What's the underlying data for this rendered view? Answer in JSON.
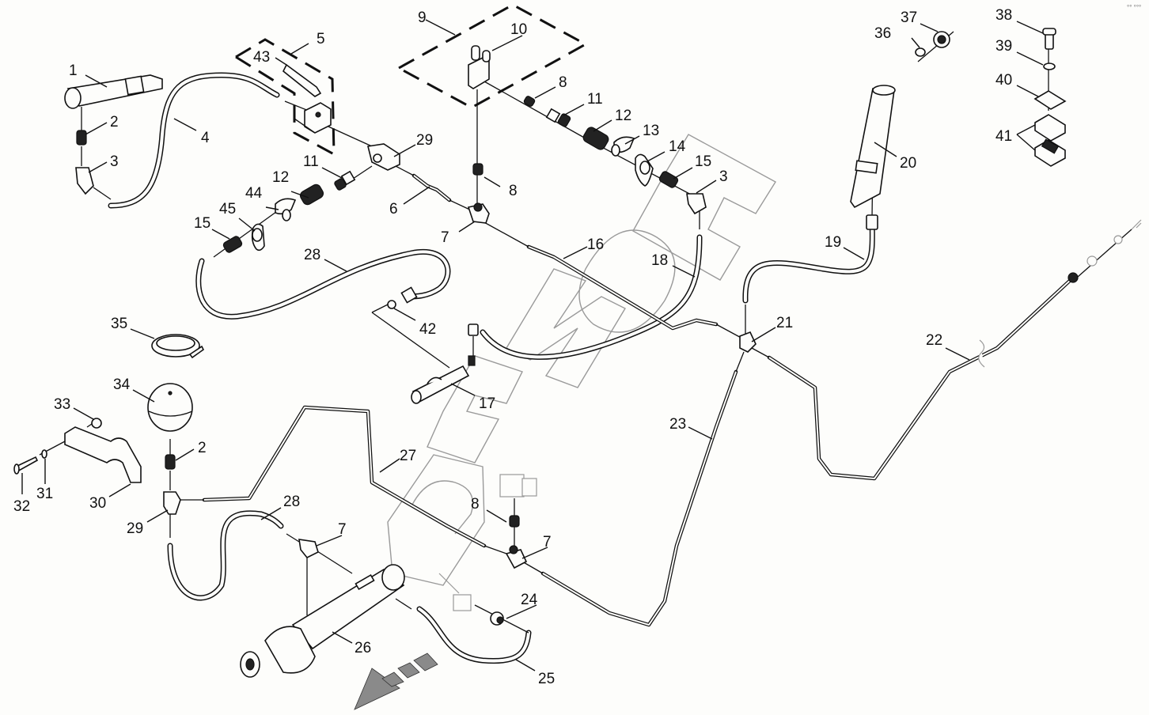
{
  "diagram": {
    "title": "Hydraulic brake / suspension lines exploded view",
    "watermark": "БИЗОН",
    "corner_mark": "°° °°°",
    "flow_arrow": "front-direction-arrow"
  },
  "callouts": [
    {
      "id": "c1",
      "label": "1"
    },
    {
      "id": "c2a",
      "label": "2"
    },
    {
      "id": "c3a",
      "label": "3"
    },
    {
      "id": "c4",
      "label": "4"
    },
    {
      "id": "c5",
      "label": "5"
    },
    {
      "id": "c43",
      "label": "43"
    },
    {
      "id": "c9",
      "label": "9"
    },
    {
      "id": "c10",
      "label": "10"
    },
    {
      "id": "c8a",
      "label": "8"
    },
    {
      "id": "c11a",
      "label": "11"
    },
    {
      "id": "c12a",
      "label": "12"
    },
    {
      "id": "c13",
      "label": "13"
    },
    {
      "id": "c14",
      "label": "14"
    },
    {
      "id": "c15a",
      "label": "15"
    },
    {
      "id": "c3b",
      "label": "3"
    },
    {
      "id": "c29a",
      "label": "29"
    },
    {
      "id": "c11b",
      "label": "11"
    },
    {
      "id": "c12b",
      "label": "12"
    },
    {
      "id": "c44",
      "label": "44"
    },
    {
      "id": "c45",
      "label": "45"
    },
    {
      "id": "c15b",
      "label": "15"
    },
    {
      "id": "c6",
      "label": "6"
    },
    {
      "id": "c8b",
      "label": "8"
    },
    {
      "id": "c7a",
      "label": "7"
    },
    {
      "id": "c16",
      "label": "16"
    },
    {
      "id": "c18",
      "label": "18"
    },
    {
      "id": "c28a",
      "label": "28"
    },
    {
      "id": "c42",
      "label": "42"
    },
    {
      "id": "c35",
      "label": "35"
    },
    {
      "id": "c17",
      "label": "17"
    },
    {
      "id": "c36",
      "label": "36"
    },
    {
      "id": "c37",
      "label": "37"
    },
    {
      "id": "c38",
      "label": "38"
    },
    {
      "id": "c39",
      "label": "39"
    },
    {
      "id": "c40",
      "label": "40"
    },
    {
      "id": "c41",
      "label": "41"
    },
    {
      "id": "c20",
      "label": "20"
    },
    {
      "id": "c19",
      "label": "19"
    },
    {
      "id": "c21",
      "label": "21"
    },
    {
      "id": "c22",
      "label": "22"
    },
    {
      "id": "c23",
      "label": "23"
    },
    {
      "id": "c34",
      "label": "34"
    },
    {
      "id": "c33",
      "label": "33"
    },
    {
      "id": "c2b",
      "label": "2"
    },
    {
      "id": "c32",
      "label": "32"
    },
    {
      "id": "c31",
      "label": "31"
    },
    {
      "id": "c30",
      "label": "30"
    },
    {
      "id": "c29b",
      "label": "29"
    },
    {
      "id": "c27",
      "label": "27"
    },
    {
      "id": "c28b",
      "label": "28"
    },
    {
      "id": "c7b",
      "label": "7"
    },
    {
      "id": "c8c",
      "label": "8"
    },
    {
      "id": "c7c",
      "label": "7"
    },
    {
      "id": "c26",
      "label": "26"
    },
    {
      "id": "c24",
      "label": "24"
    },
    {
      "id": "c25",
      "label": "25"
    }
  ]
}
